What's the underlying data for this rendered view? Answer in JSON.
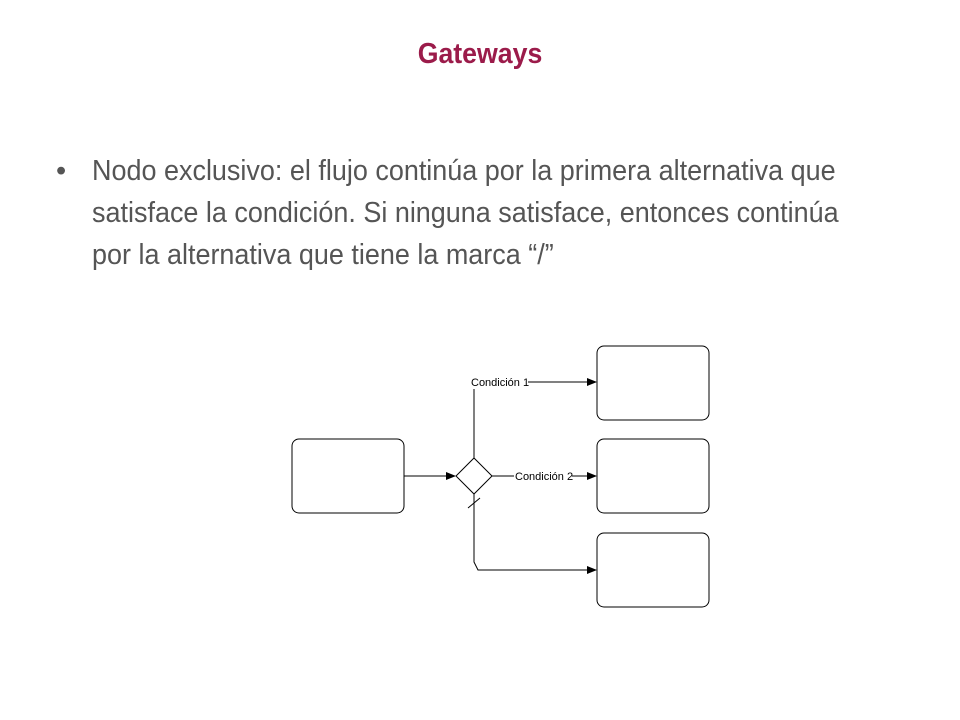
{
  "slide": {
    "title": "Gateways",
    "bullet": "Nodo exclusivo: el flujo continúa por la primera alternativa que satisface la condición. Si ninguna satisface, entonces continúa por la alternativa que tiene la marca “/”"
  },
  "diagram": {
    "condition_1_label": "Condición 1",
    "condition_2_label": "Condición 2"
  },
  "colors": {
    "title": "#9b1b4a",
    "body_text": "#555555",
    "diagram_stroke": "#000000"
  }
}
